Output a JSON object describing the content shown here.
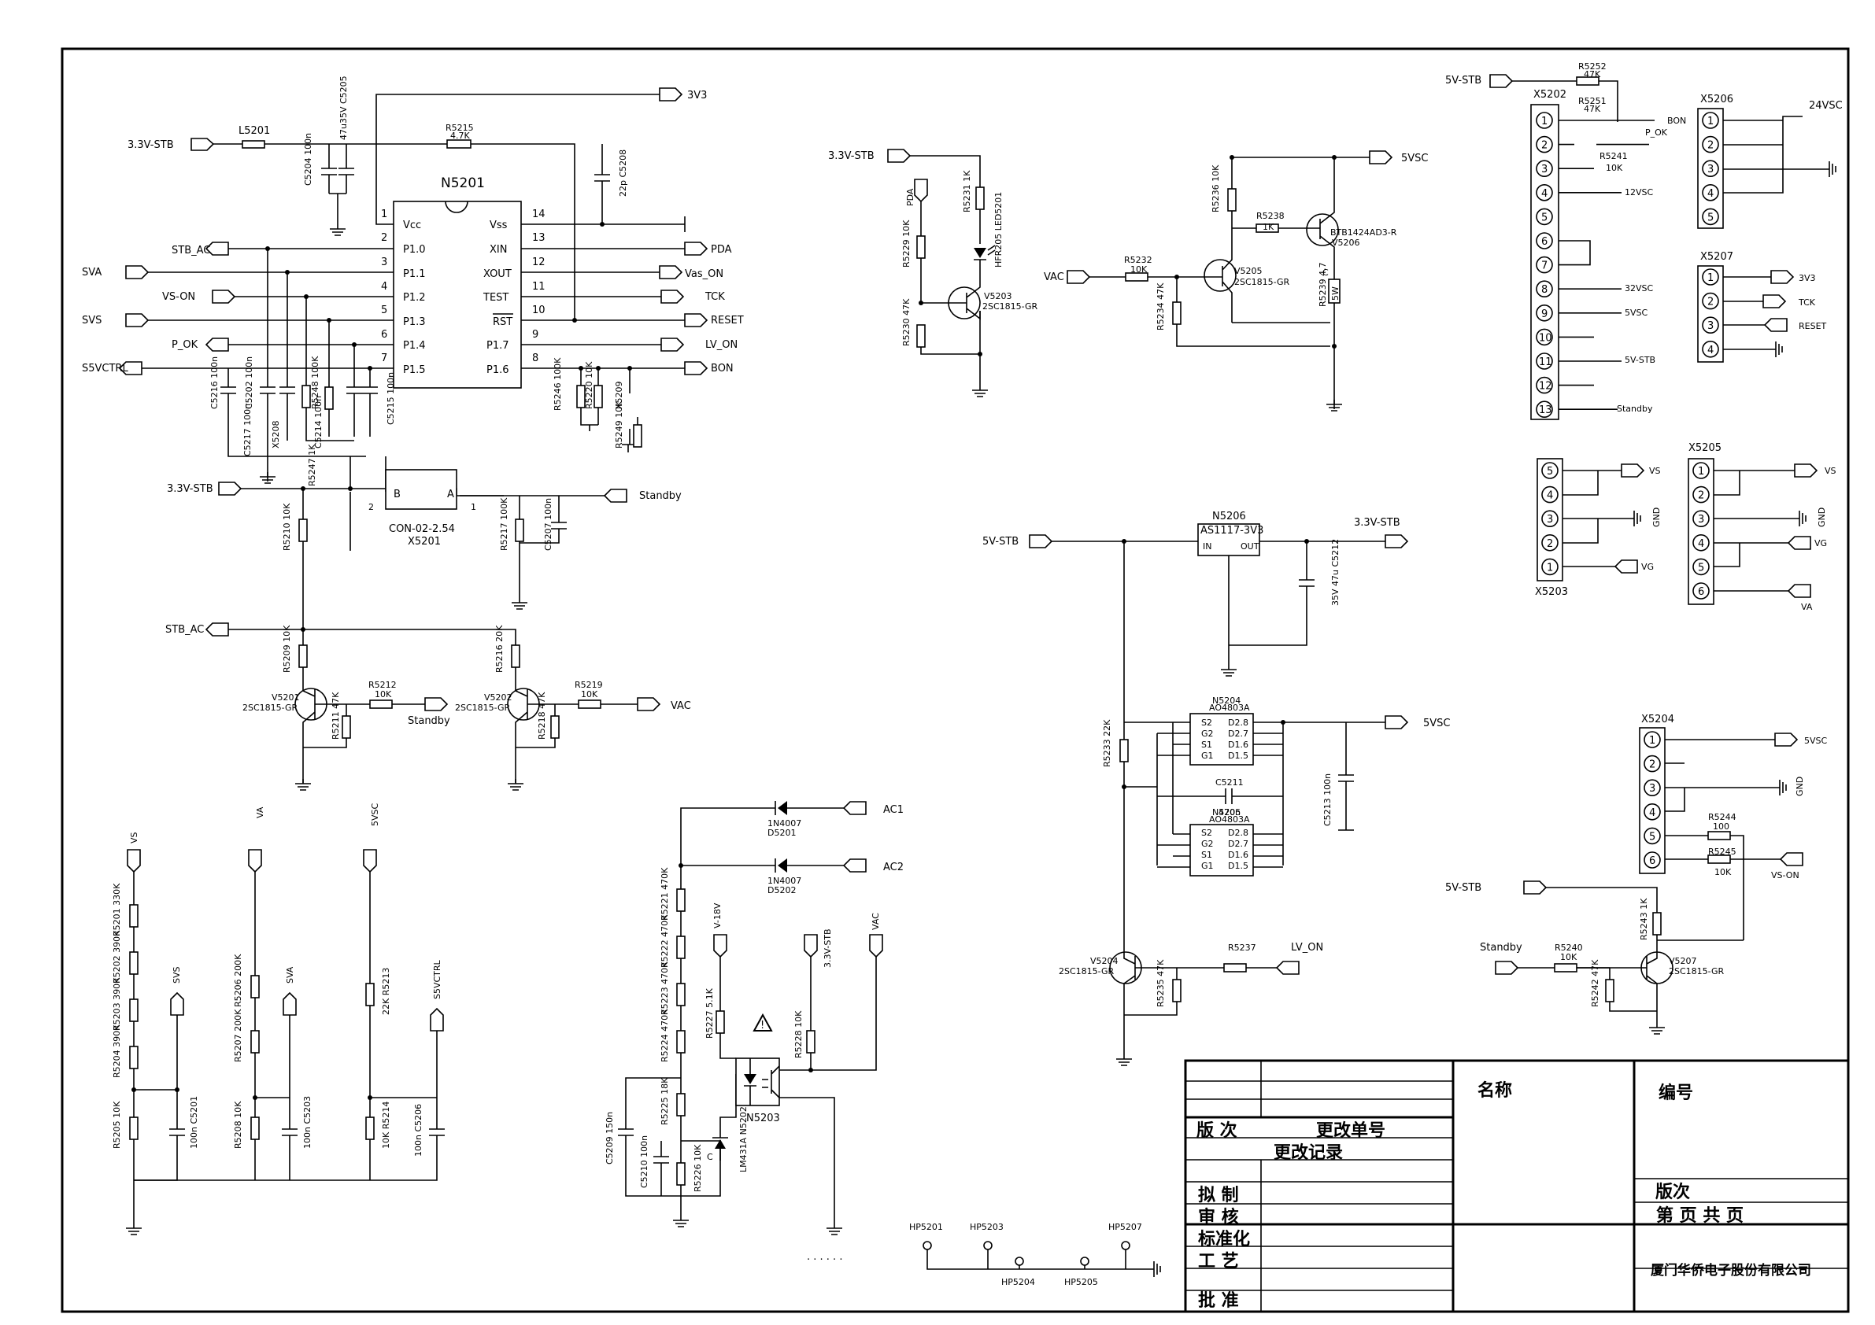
{
  "chip": {
    "name": "N5201",
    "pins_left": [
      "Vcc",
      "P1.0",
      "P1.1",
      "P1.2",
      "P1.3",
      "P1.4",
      "P1.5"
    ],
    "pins_left_num": [
      "1",
      "2",
      "3",
      "4",
      "5",
      "6",
      "7"
    ],
    "pins_right": [
      "Vss",
      "XIN",
      "XOUT",
      "TEST",
      "RST",
      "P1.7",
      "P1.6"
    ],
    "pins_right_num": [
      "14",
      "13",
      "12",
      "11",
      "10",
      "9",
      "8"
    ]
  },
  "mcu_nets": {
    "top_left": "3.3V-STB",
    "top_right": "3V3",
    "left": [
      "STB_AC",
      "SVA",
      "VS-ON",
      "SVS",
      "P_OK",
      "S5VCTRL"
    ],
    "right": [
      "PDA",
      "Vas_ON",
      "TCK",
      "RESET",
      "LV_ON",
      "BON"
    ]
  },
  "mcu_parts": {
    "l5201": "L5201",
    "c5204": [
      "C5204",
      "100n"
    ],
    "c5205": [
      "47u35V",
      "C5205"
    ],
    "r5215": [
      "R5215",
      "4.7K"
    ],
    "c5208": [
      "22p",
      "C5208"
    ],
    "c5216": [
      "C5216",
      "100n"
    ],
    "c5202": [
      "C5202",
      "100n"
    ],
    "c5217": [
      "C5217",
      "100n"
    ],
    "x5208": "X5208",
    "r5248": [
      "R5248",
      "100K"
    ],
    "c5214": [
      "C5214",
      "100n"
    ],
    "c5215": [
      "C5215",
      "100n"
    ],
    "r5246": [
      "R5246",
      "100K"
    ],
    "r5220": [
      "R5220",
      "10K"
    ],
    "x5209": "X5209",
    "r5249": [
      "R5249",
      "10K"
    ]
  },
  "standby": {
    "net_left": "3.3V-STB",
    "net_right": "Standby",
    "connector": [
      "CON-02-2.54",
      "X5201"
    ],
    "pins": [
      "B",
      "A",
      "2",
      "1"
    ],
    "r5247": [
      "R5247",
      "1K"
    ],
    "r5217": [
      "R5217",
      "100K"
    ],
    "c5207": [
      "C5207",
      "100n"
    ],
    "r5210": [
      "R5210",
      "10K"
    ],
    "stb_ac": "STB_AC",
    "r5209": [
      "R5209",
      "10K"
    ],
    "r5216": [
      "R5216",
      "20K"
    ],
    "v5201": [
      "V5201",
      "2SC1815-GR"
    ],
    "v5202": [
      "V5202",
      "2SC1815-GR"
    ],
    "r5212": [
      "R5212",
      "10K"
    ],
    "r5219": [
      "R5219",
      "10K"
    ],
    "r5211": [
      "R5211",
      "47K"
    ],
    "r5218": [
      "R5218",
      "47K"
    ],
    "net_standby": "Standby",
    "net_vac": "VAC"
  },
  "dividers": {
    "rails": [
      "VS",
      "VA",
      "5VSC"
    ],
    "outs": [
      "SVS",
      "SVA",
      "S5VCTRL"
    ],
    "vs_chain": [
      [
        "R5201",
        "330K"
      ],
      [
        "R5202",
        "390K"
      ],
      [
        "R5203",
        "390K"
      ],
      [
        "R5204",
        "390K"
      ],
      [
        "R5205",
        "10K"
      ]
    ],
    "va_chain": [
      [
        "R5206",
        "200K"
      ],
      [
        "R5207",
        "200K"
      ],
      [
        "R5208",
        "10K"
      ]
    ],
    "vsc_chain": [
      [
        "22K",
        "R5213"
      ],
      [
        "10K",
        "R5214"
      ]
    ],
    "caps": [
      [
        "100n",
        "C5201"
      ],
      [
        "100n",
        "C5203"
      ],
      [
        "100n",
        "C5206"
      ]
    ]
  },
  "led": {
    "net": "3.3V-STB",
    "pda": "PDA",
    "r5231": [
      "R5231",
      "1K"
    ],
    "led": [
      "HFR205",
      "LED5201"
    ],
    "r5229": [
      "R5229",
      "10K"
    ],
    "r5230": [
      "R5230",
      "47K"
    ],
    "v5203": [
      "V5203",
      "2SC1815-GR"
    ]
  },
  "vsc_switch": {
    "net_out": "5VSC",
    "vac": "VAC",
    "r5232": [
      "R5232",
      "10K"
    ],
    "r5234": [
      "R5234",
      "47K"
    ],
    "r5236": [
      "R5236",
      "10K"
    ],
    "r5238": [
      "R5238",
      "1K"
    ],
    "q_pnp": [
      "BTB1424AD3-R",
      "V5206"
    ],
    "v5205": [
      "V5205",
      "2SC1815-GR"
    ],
    "r5239": [
      "R5239",
      "4.7",
      "5W"
    ],
    "c_label": "C"
  },
  "ldo": {
    "name": "N5206",
    "part": "AS1117-3V3",
    "pin_in": "IN",
    "pin_out": "OUT",
    "net_in": "5V-STB",
    "net_out": "3.3V-STB",
    "cap": [
      "35V",
      "47u",
      "C5212"
    ]
  },
  "mosfets": {
    "n5204": [
      "N5204",
      "AO4803A"
    ],
    "n5205": [
      "N5205",
      "AO4803A"
    ],
    "pins_left": [
      "S2",
      "G2",
      "S1",
      "G1"
    ],
    "pins_right": [
      "D2.8",
      "D2.7",
      "D1.6",
      "D1.5"
    ],
    "net_out": "5VSC",
    "c5211": [
      "C5211",
      "470n"
    ],
    "c5213": [
      "C5213",
      "100n"
    ],
    "r5233": [
      "R5233",
      "22K"
    ],
    "v5204": [
      "V5204",
      "2SC1815-GR"
    ],
    "r5237": "R5237",
    "lv_on": "LV_ON",
    "r5235": [
      "R5235",
      "47K"
    ]
  },
  "ac_detect": {
    "ac1": "AC1",
    "ac2": "AC2",
    "d1": [
      "1N4007",
      "D5201"
    ],
    "d2": [
      "1N4007",
      "D5202"
    ],
    "chain": [
      [
        "R5221",
        "470K"
      ],
      [
        "R5222",
        "470K"
      ],
      [
        "R5223",
        "470K"
      ],
      [
        "R5224",
        "470K"
      ],
      [
        "R5225",
        "18K"
      ]
    ],
    "v18": "V-18V",
    "r5227": [
      "R5227",
      "5.1K"
    ],
    "stb": "3.3V-STB",
    "r5228": [
      "R5228",
      "10K"
    ],
    "vac": "VAC",
    "n5203": "N5203",
    "c5209": [
      "C5209",
      "150n"
    ],
    "c5210": [
      "C5210",
      "100n"
    ],
    "r5226": [
      "R5226",
      "10K"
    ],
    "n5202": [
      "LM431A",
      "N5202"
    ],
    "pin_c": "C"
  },
  "testpoints": [
    "HP5201",
    "HP5203",
    "HP5207",
    "HP5204",
    "HP5205"
  ],
  "x5202": {
    "name": "X5202",
    "net": "5V-STB",
    "pins": [
      "1",
      "2",
      "3",
      "4",
      "5",
      "6",
      "7",
      "8",
      "9",
      "10",
      "11",
      "12",
      "13"
    ],
    "labels": {
      "1": "BON",
      "2": "P_OK",
      "4": "12VSC",
      "8": "32VSC",
      "9": "5VSC",
      "11": "5V-STB",
      "13": "Standby"
    },
    "r5252": [
      "R5252",
      "47K"
    ],
    "r5251": [
      "R5251",
      "47K"
    ],
    "r5241": [
      "R5241",
      "10K"
    ]
  },
  "x5206": {
    "name": "X5206",
    "pins": [
      "1",
      "2",
      "3",
      "4",
      "5"
    ],
    "net": "24VSC"
  },
  "x5207": {
    "name": "X5207",
    "pins": [
      "1",
      "2",
      "3",
      "4"
    ],
    "labels": [
      "3V3",
      "TCK",
      "RESET"
    ]
  },
  "x5203": {
    "name": "X5203",
    "pins": [
      "5",
      "4",
      "3",
      "2",
      "1"
    ],
    "labels": [
      "VS",
      "GND",
      "VG"
    ]
  },
  "x5205": {
    "name": "X5205",
    "pins": [
      "1",
      "2",
      "3",
      "4",
      "5",
      "6"
    ],
    "labels": [
      "VS",
      "GND",
      "VG",
      "VA"
    ]
  },
  "x5204": {
    "name": "X5204",
    "pins": [
      "1",
      "2",
      "3",
      "4",
      "5",
      "6"
    ],
    "labels": [
      "5VSC",
      "GND",
      "VS-ON"
    ],
    "r5244": [
      "R5244",
      "100"
    ],
    "r5245": [
      "R5245",
      "10K"
    ],
    "net_stb": "5V-STB",
    "standby": "Standby",
    "r5240": [
      "R5240",
      "10K"
    ],
    "r5243": [
      "R5243",
      "1K"
    ],
    "r5242": [
      "R5242",
      "47K"
    ],
    "v5207": [
      "V5207",
      "2SC1815-GR"
    ]
  },
  "title_block": {
    "version": "版  次",
    "change_no": "更改单号",
    "change_log": "更改记录",
    "rows": [
      "拟  制",
      "审  核",
      "标准化",
      "工  艺",
      "批  准"
    ],
    "name": "名称",
    "number": "编号",
    "edition": "版次",
    "page": "第    页  共    页",
    "company": "厦门华侨电子股份有限公司"
  }
}
